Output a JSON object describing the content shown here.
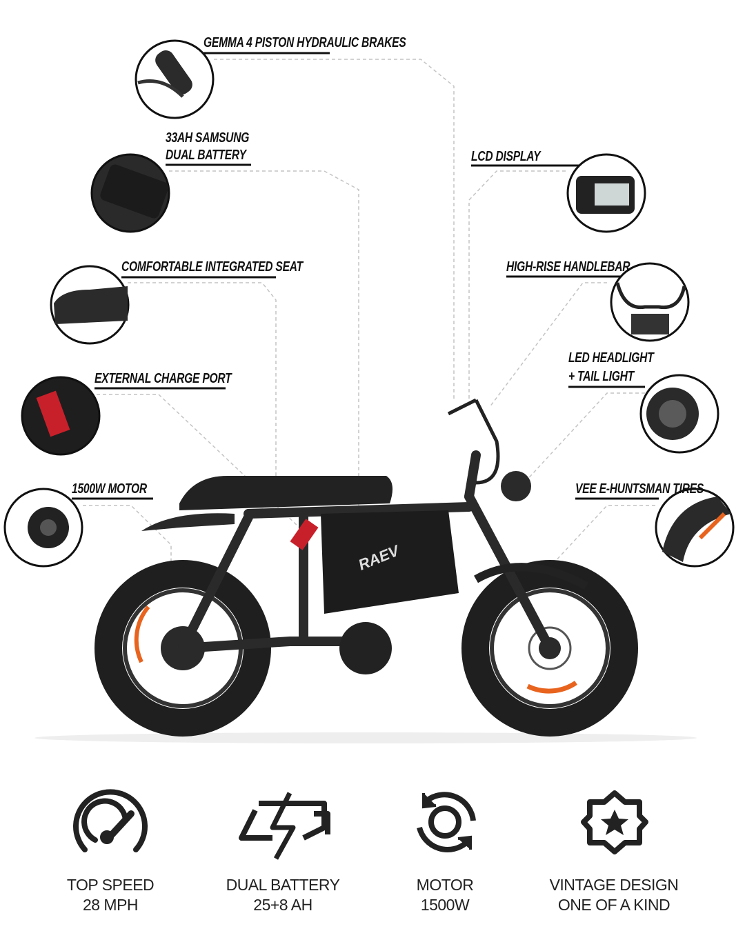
{
  "callouts": {
    "brakes": "GEMMA 4 PISTON HYDRAULIC BRAKES",
    "battery_line1": "33AH SAMSUNG",
    "battery_line2": "DUAL BATTERY",
    "lcd": "LCD DISPLAY",
    "seat": "COMFORTABLE INTEGRATED SEAT",
    "handlebar": "HIGH-RISE HANDLEBAR",
    "charge_port": "EXTERNAL CHARGE PORT",
    "headlight_line1": "LED HEADLIGHT",
    "headlight_line2": "+ TAIL LIGHT",
    "motor": "1500W MOTOR",
    "tires": "VEE E-HUNTSMAN TIRES"
  },
  "brand_logo": "RAEV",
  "stats": [
    {
      "icon": "speedometer-icon",
      "line1": "TOP SPEED",
      "line2": "28 MPH"
    },
    {
      "icon": "battery-bolt-icon",
      "line1": "DUAL BATTERY",
      "line2": "25+8 AH"
    },
    {
      "icon": "motor-rotate-icon",
      "line1": "MOTOR",
      "line2": "1500W"
    },
    {
      "icon": "star-badge-icon",
      "line1": "VINTAGE DESIGN",
      "line2": "ONE OF A KIND"
    }
  ],
  "colors": {
    "text": "#111111",
    "accent": "#e8641e",
    "bike": "#2a2a2a",
    "leader": "#bdbdbd"
  }
}
